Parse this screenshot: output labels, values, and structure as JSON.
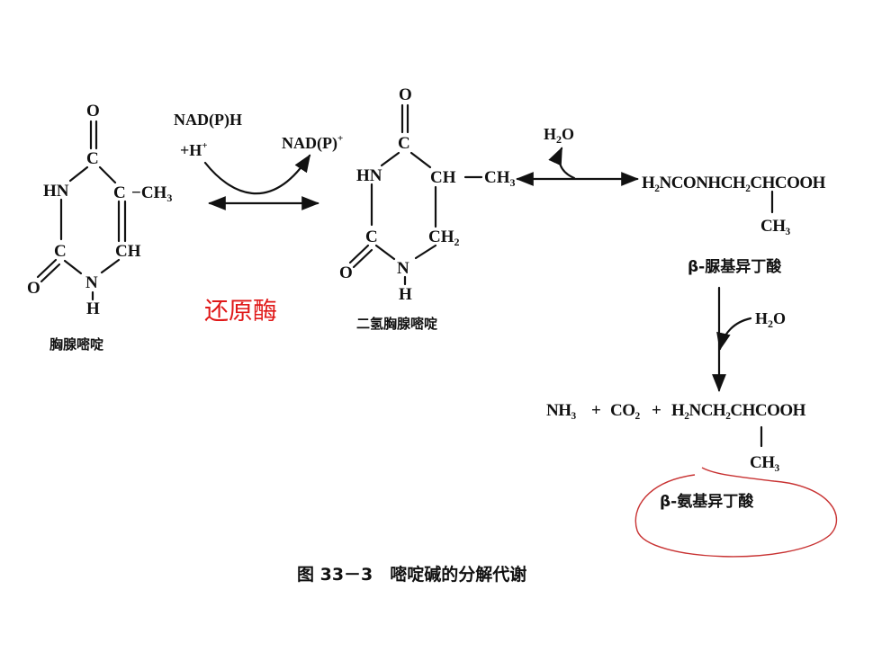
{
  "thymine": {
    "name": "胸腺嘧啶",
    "atoms": {
      "o_top": "O",
      "c4": "C",
      "hn": "HN",
      "c5": "C",
      "ch3": "−CH",
      "c2": "C",
      "ch": "CH",
      "o_bottom": "O",
      "n1": "N",
      "h": "H"
    }
  },
  "cofactors": {
    "nadph": "NAD(P)H",
    "h_plus": "+H",
    "nadp_plus": "NAD(P)",
    "water_top": "H",
    "water_right": "H"
  },
  "enzyme_label": "还原酶",
  "dihydrothymine": {
    "name": "二氢胸腺嘧啶",
    "atoms": {
      "o_top": "O",
      "c": "C",
      "hn": "HN",
      "ch": "CH",
      "ch3": "CH",
      "ch2": "CH",
      "c2": "C",
      "o_bottom": "O",
      "n": "N",
      "h": "H"
    }
  },
  "ureido": {
    "formula": "H₂NCONHCH₂CHCOOH",
    "branch": "CH₃",
    "name": "β-脲基异丁酸"
  },
  "products": {
    "nh3": "NH₃",
    "co2": "CO₂",
    "amino": "H₂NCH₂CHCOOH",
    "branch": "CH₃",
    "name": "β-氨基异丁酸"
  },
  "caption": "图 33－3　嘧啶碱的分解代谢",
  "colors": {
    "ink": "#111111",
    "enzyme": "#e01818",
    "annotation": "#c83232"
  }
}
